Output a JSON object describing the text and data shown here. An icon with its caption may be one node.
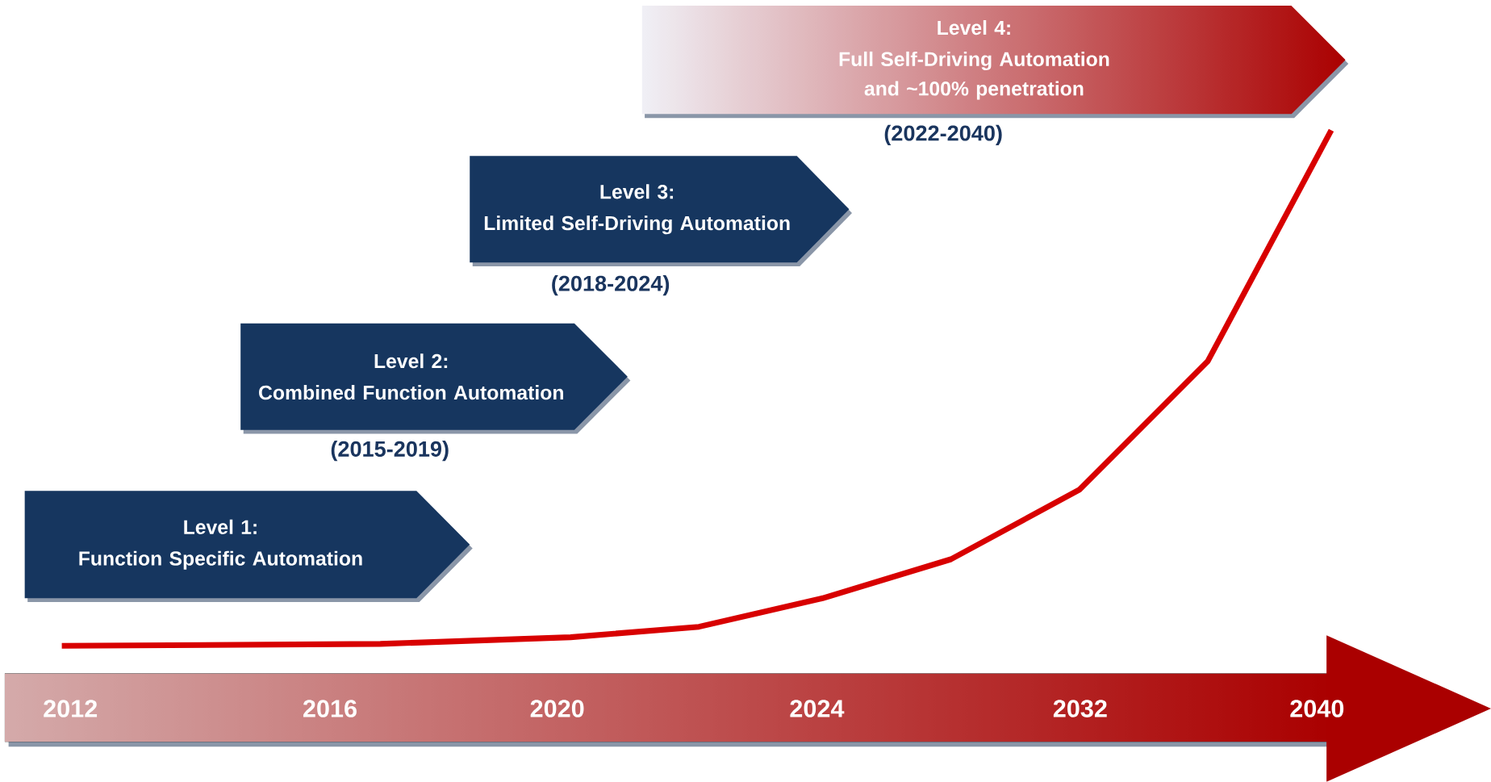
{
  "diagram": {
    "nodes": [
      {
        "text": [
          "Level 1:",
          "Function Specific Automation"
        ]
      },
      {
        "text": [
          "Level 2:",
          "Combined Function Automation"
        ],
        "beside": [
          "(2015-2019)"
        ]
      },
      {
        "text": [
          "Level 3:",
          "Limited Self-Driving Automation"
        ],
        "beside": [
          "(2018-2024)"
        ]
      },
      {
        "text": [
          "Level 4:",
          "Full Self-Driving Automation and ~100% penetration"
        ],
        "beside": [
          "(2022-2040)"
        ]
      }
    ],
    "labels": [
      "2012",
      "2016",
      "2020",
      "2024",
      "2032",
      "2040"
    ]
  }
}
